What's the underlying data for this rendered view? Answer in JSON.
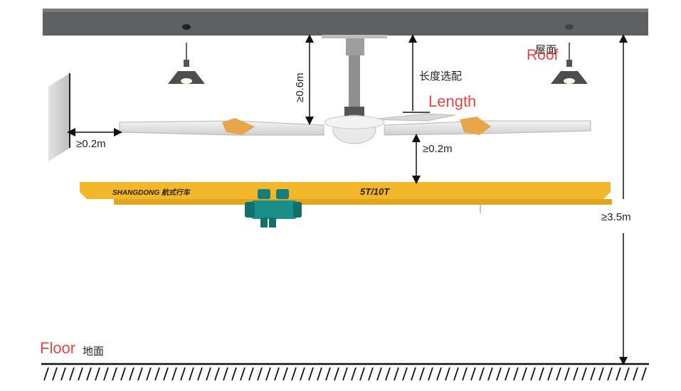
{
  "labels": {
    "roof_cn": "屋面",
    "roof_en": "Roof",
    "floor_en": "Floor",
    "floor_cn": "地面",
    "length_en": "Length",
    "length_cn": "长度选配",
    "gap_top": "≥0.6m",
    "gap_wall": "≥0.2m",
    "gap_below_fan": "≥0.2m",
    "height_total": "≥3.5m"
  },
  "crane": {
    "brand": "SHANGDONG 航式行车",
    "capacity": "5T/10T"
  },
  "colors": {
    "ceiling": "#5f6061",
    "crane_yellow": "#f2b72a",
    "hoist_teal": "#1a8f8a",
    "accent_red": "#e8473f",
    "blade_tip_orange": "#e8a64a"
  }
}
